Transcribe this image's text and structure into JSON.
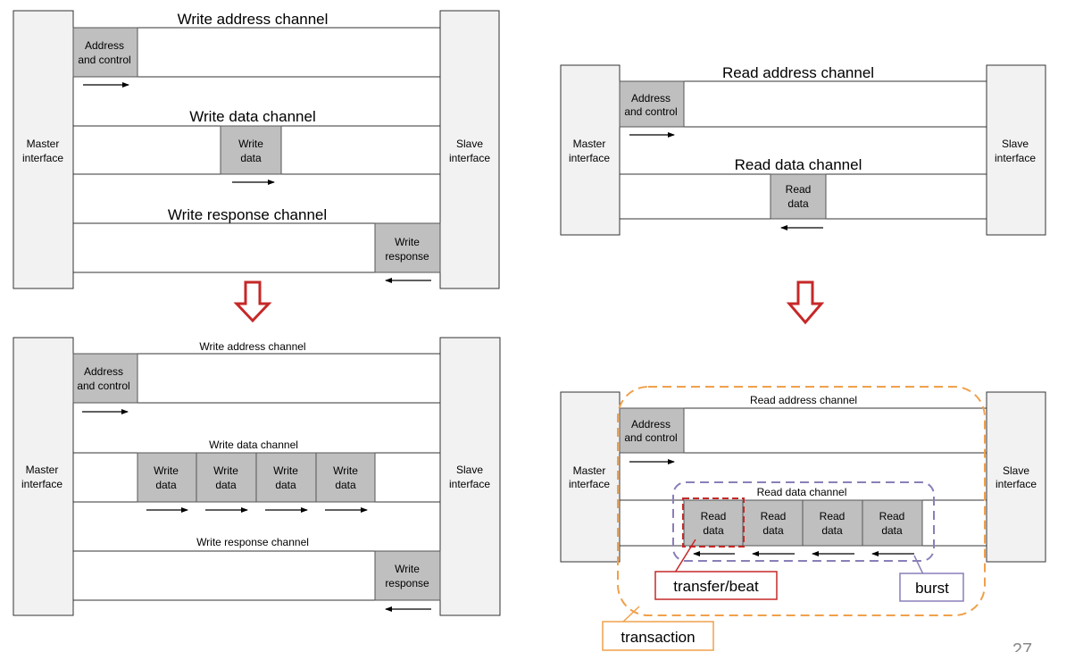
{
  "panels": {
    "write_before": {
      "master": [
        "Master",
        "interface"
      ],
      "slave": [
        "Slave",
        "interface"
      ],
      "addr_title": "Write address channel",
      "data_title": "Write data channel",
      "resp_title": "Write response channel",
      "addr_box": [
        "Address",
        "and control"
      ],
      "data_box": [
        "Write",
        "data"
      ],
      "resp_box": [
        "Write",
        "response"
      ]
    },
    "write_after": {
      "master": [
        "Master",
        "interface"
      ],
      "slave": [
        "Slave",
        "interface"
      ],
      "addr_title": "Write address channel",
      "data_title": "Write data channel",
      "resp_title": "Write response channel",
      "addr_box": [
        "Address",
        "and control"
      ],
      "data_boxes": [
        [
          "Write",
          "data"
        ],
        [
          "Write",
          "data"
        ],
        [
          "Write",
          "data"
        ],
        [
          "Write",
          "data"
        ]
      ],
      "resp_box": [
        "Write",
        "response"
      ]
    },
    "read_before": {
      "master": [
        "Master",
        "interface"
      ],
      "slave": [
        "Slave",
        "interface"
      ],
      "addr_title": "Read address channel",
      "data_title": "Read data channel",
      "addr_box": [
        "Address",
        "and control"
      ],
      "data_box": [
        "Read",
        "data"
      ]
    },
    "read_after": {
      "master": [
        "Master",
        "interface"
      ],
      "slave": [
        "Slave",
        "interface"
      ],
      "addr_title": "Read address channel",
      "data_title": "Read data channel",
      "addr_box": [
        "Address",
        "and control"
      ],
      "data_boxes": [
        [
          "Read",
          "data"
        ],
        [
          "Read",
          "data"
        ],
        [
          "Read",
          "data"
        ],
        [
          "Read",
          "data"
        ]
      ]
    }
  },
  "callouts": {
    "transfer": "transfer/beat",
    "burst": "burst",
    "transaction": "transaction"
  },
  "page_number": "27",
  "colors": {
    "box_fill": "#bfbfbf",
    "iface_fill": "#f2f2f2",
    "down_arrow": "#c62828",
    "transaction": "#f0a04b",
    "burst": "#8a7fb8",
    "transfer": "#c62828"
  }
}
